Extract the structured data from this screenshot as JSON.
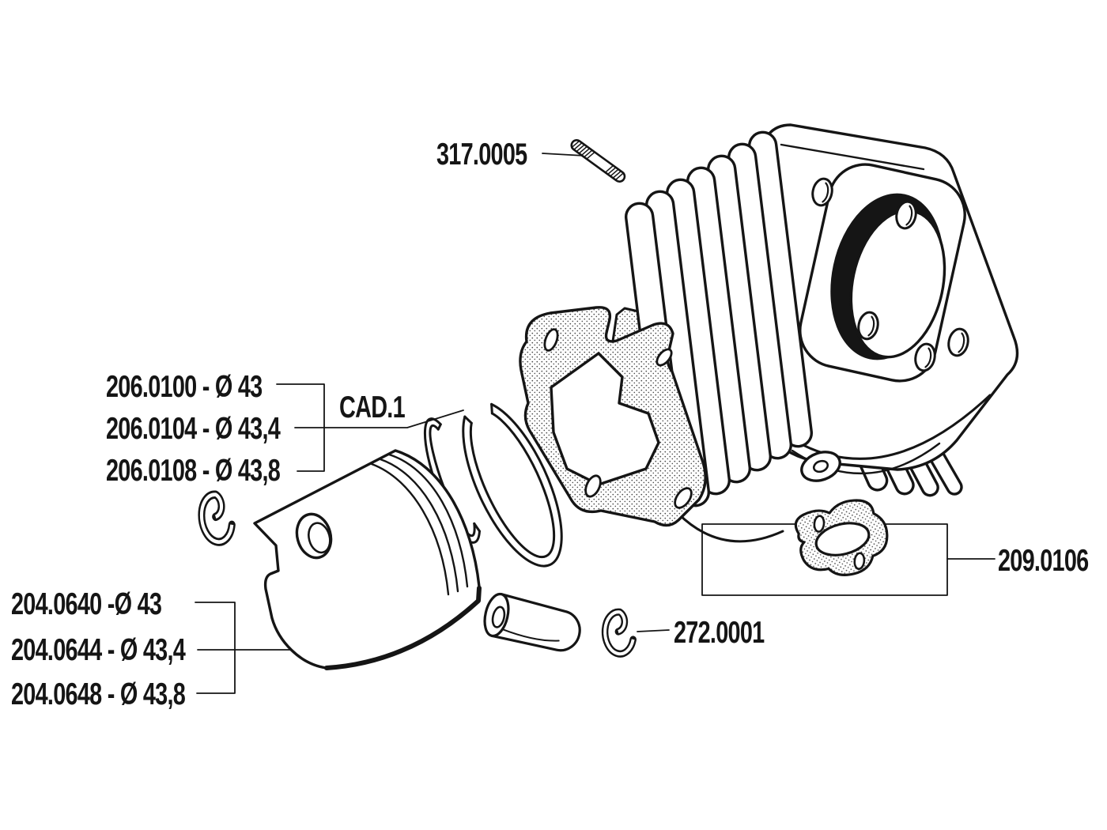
{
  "colors": {
    "background": "#ffffff",
    "line": "#151515",
    "text": "#151515"
  },
  "labels": {
    "stud": "317.0005",
    "ring_note": "CAD.1",
    "ring_sets": [
      "206.0100 - Ø 43",
      "206.0104 - Ø 43,4",
      "206.0108 - Ø 43,8"
    ],
    "pistons": [
      "204.0640 -Ø 43",
      "204.0644 - Ø 43,4",
      "204.0648 - Ø 43,8"
    ],
    "pin_clip": "272.0001",
    "exhaust_gasket": "209.0106"
  }
}
